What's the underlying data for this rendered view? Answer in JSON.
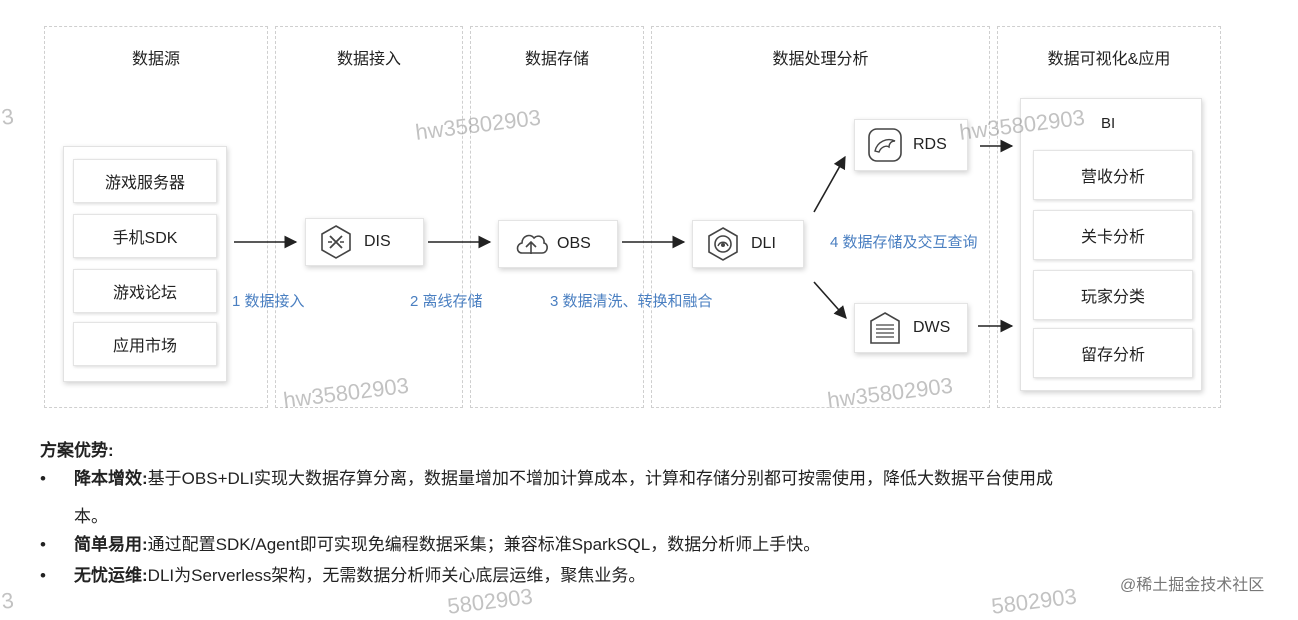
{
  "columns": [
    "数据源",
    "数据接入",
    "数据存储",
    "数据处理分析",
    "数据可视化&应用"
  ],
  "sources": [
    "游戏服务器",
    "手机SDK",
    "游戏论坛",
    "应用市场"
  ],
  "nodes": {
    "dis": "DIS",
    "obs": "OBS",
    "dli": "DLI",
    "rds": "RDS",
    "dws": "DWS"
  },
  "steps": [
    "1 数据接入",
    "2 离线存储",
    "3 数据清洗、转换和融合",
    "4 数据存储及交互查询"
  ],
  "bi": {
    "label": "BI",
    "items": [
      "营收分析",
      "关卡分析",
      "玩家分类",
      "留存分析"
    ]
  },
  "watermark": "hw35802903",
  "watermark_fragments": [
    "3",
    "3",
    "5802903",
    "5802903"
  ],
  "advantages": {
    "title": "方案优势:",
    "bullet": "•",
    "items": [
      {
        "head": "降本增效:",
        "text": "基于OBS+DLI实现大数据存算分离，数据量增加不增加计算成本，计算和存储分别都可按需使用，降低大数据平台使用成",
        "cont": "本。"
      },
      {
        "head": "简单易用:",
        "text": "通过配置SDK/Agent即可实现免编程数据采集；兼容标准SparkSQL，数据分析师上手快。"
      },
      {
        "head": "无忧运维:",
        "text": "DLI为Serverless架构，无需数据分析师关心底层运维，聚焦业务。"
      }
    ]
  },
  "credit": "@稀土掘金技术社区",
  "colors": {
    "step_text": "#4a7fc1",
    "border": "#cfcfcf",
    "icon": "#444444"
  }
}
